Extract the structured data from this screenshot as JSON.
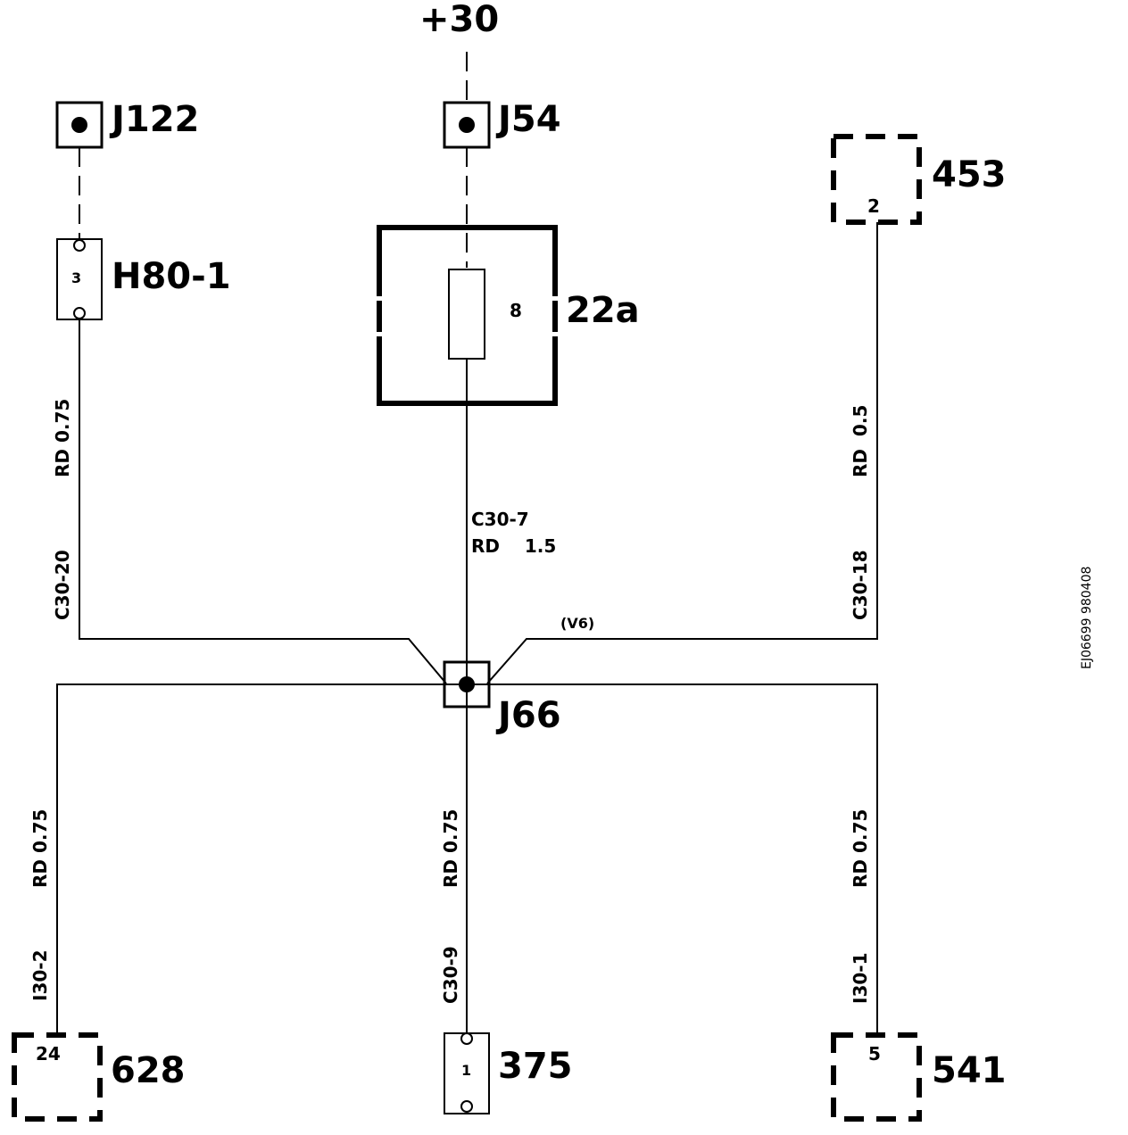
{
  "supply": {
    "label": "+30"
  },
  "connectors": {
    "j122": {
      "label": "J122"
    },
    "j54": {
      "label": "J54"
    },
    "j66": {
      "label": "J66"
    },
    "h80": {
      "label": "H80-1",
      "pin": "3"
    },
    "c453": {
      "label": "453",
      "pin": "2"
    },
    "fuse": {
      "label": "22a",
      "pin": "8"
    },
    "c628": {
      "label": "628",
      "pin": "24"
    },
    "c375": {
      "label": "375",
      "pin": "1"
    },
    "c541": {
      "label": "541",
      "pin": "5"
    }
  },
  "wires": {
    "left_upper": {
      "circuit": "C30-20",
      "spec": "RD  0.75"
    },
    "center_upper": {
      "circuit": "C30-7",
      "spec": "RD    1.5"
    },
    "right_upper": {
      "circuit": "C30-18",
      "spec": "RD  0.5"
    },
    "left_lower": {
      "circuit": "I30-2",
      "spec": "RD 0.75"
    },
    "center_lower": {
      "circuit": "C30-9",
      "spec": "RD 0.75"
    },
    "right_lower": {
      "circuit": "I30-1",
      "spec": "RD 0.75"
    },
    "splice_note": "(V6)"
  },
  "doc_id": "EJ06699 980408"
}
